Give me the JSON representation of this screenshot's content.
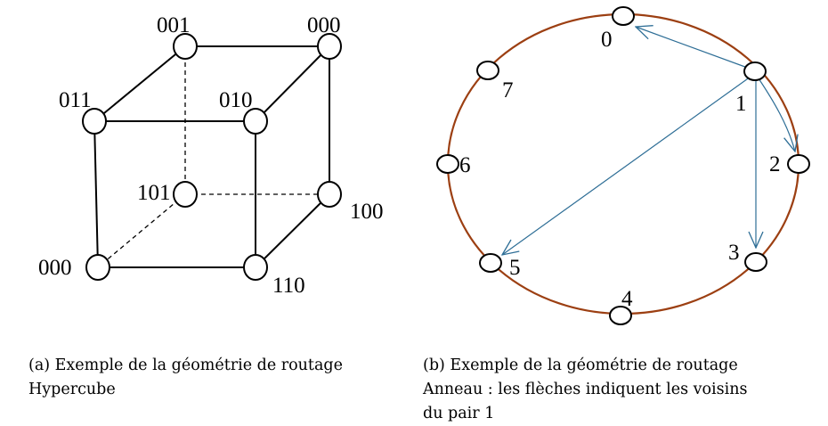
{
  "hypercube": {
    "nodes": [
      "001",
      "000",
      "011",
      "010",
      "101",
      "100",
      "000",
      "110"
    ]
  },
  "ring": {
    "nodes": [
      "0",
      "1",
      "2",
      "3",
      "4",
      "5",
      "6",
      "7"
    ],
    "colors": {
      "ring": "#9c3f12",
      "arrows": "#2e6e96"
    }
  },
  "captions": {
    "a": {
      "line1": "(a) Exemple de la géométrie de routage",
      "line2": "Hypercube"
    },
    "b": {
      "line1": "(b) Exemple de la géométrie de routage",
      "line2": "Anneau : les flèches indiquent les voisins",
      "line3": "du pair 1"
    }
  }
}
